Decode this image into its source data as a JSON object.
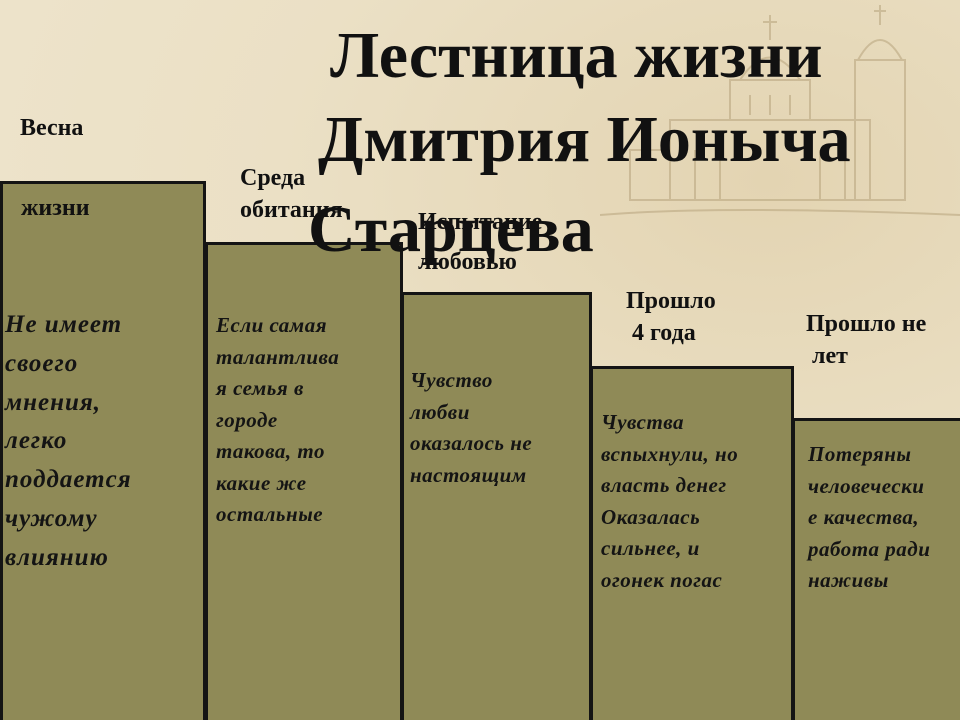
{
  "title": {
    "line1": "Лестница жизни",
    "line2": "Дмитрия Ионыча",
    "line3": "Старцева"
  },
  "labels": {
    "spring_line1": "Весна",
    "spring_line2": "жизни",
    "env": "Среда\nобитания",
    "love_line1": "Испытание",
    "love_line2": "любовью",
    "four_years": "Прошло\n 4 года",
    "many_years": "Прошло не\n лет"
  },
  "steps": [
    {
      "text": "Не имеет\nсвоего\nмнения,\nлегко\nподдается\nчужому\nвлиянию"
    },
    {
      "text": "Если самая\nталантлива\nя семья в\nгороде\nтакова, то\nкакие же\nостальные"
    },
    {
      "text": "Чувство\nлюбви\nоказалось не\nнастоящим"
    },
    {
      "text": "Чувства\nвспыхнули, но\nвласть денег\nОказалась\nсильнее, и\nогонек погас"
    },
    {
      "text": "Потеряны\nчеловечески\nе качества,\nработа ради\nнаживы"
    }
  ],
  "colors": {
    "step_fill": "#8f8a57",
    "background": "#ece2c8",
    "text": "#111111"
  }
}
